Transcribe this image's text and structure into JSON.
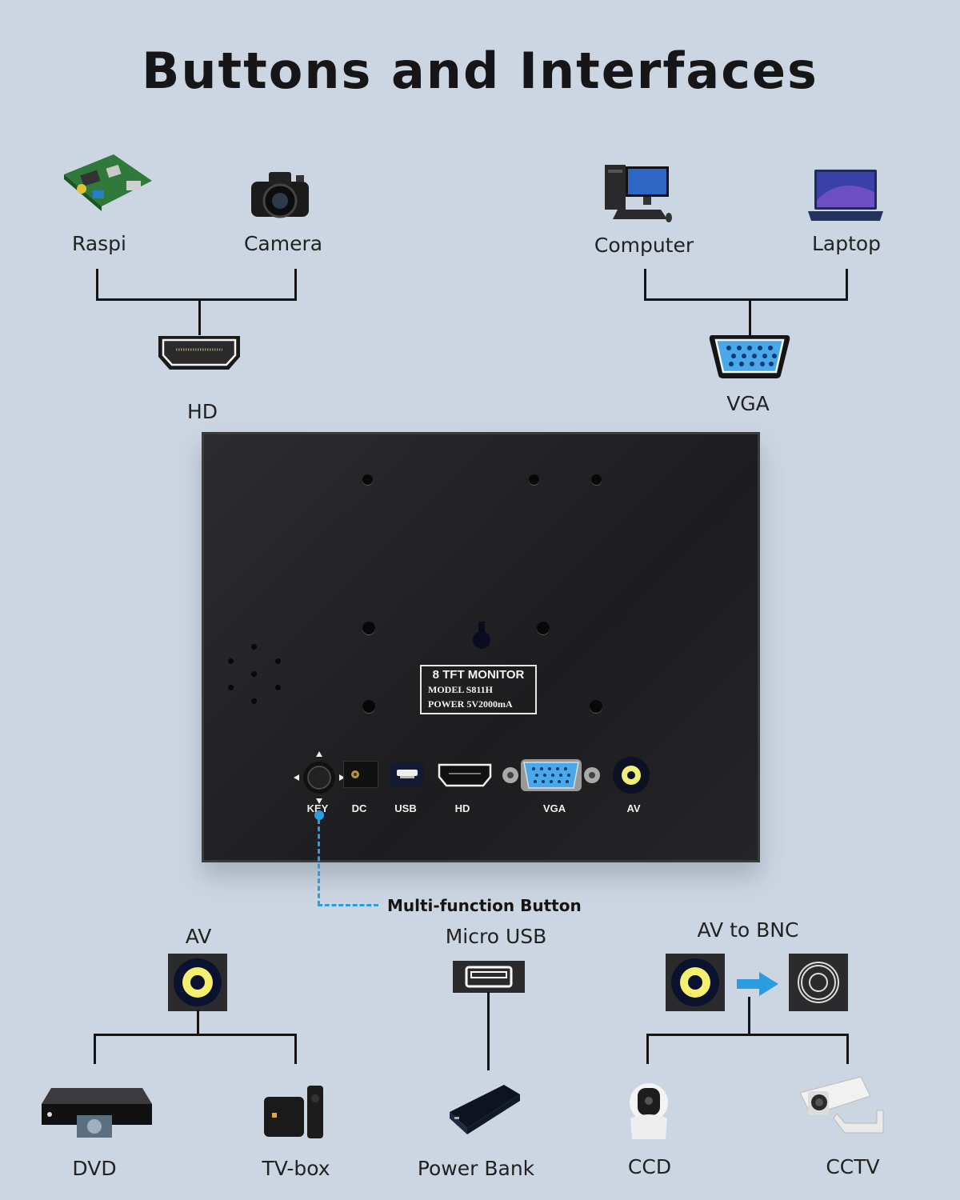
{
  "title": "Buttons and Interfaces",
  "top_left": {
    "devices": [
      {
        "label": "Raspi",
        "icon": "raspberry-pi-board-icon"
      },
      {
        "label": "Camera",
        "icon": "dslr-camera-icon"
      }
    ],
    "port": {
      "label": "HD",
      "icon": "hdmi-port-icon"
    }
  },
  "top_right": {
    "devices": [
      {
        "label": "Computer",
        "icon": "desktop-computer-icon"
      },
      {
        "label": "Laptop",
        "icon": "laptop-icon"
      }
    ],
    "port": {
      "label": "VGA",
      "icon": "vga-port-icon"
    }
  },
  "monitor": {
    "plate": {
      "line1": "8  TFT MONITOR",
      "line2": "MODEL  S811H",
      "line3": "POWER  5V2000mA"
    },
    "ports": [
      {
        "label": "KEY",
        "icon": "joystick-key-icon"
      },
      {
        "label": "DC",
        "icon": "dc-jack-icon"
      },
      {
        "label": "USB",
        "icon": "micro-usb-port-icon"
      },
      {
        "label": "HD",
        "icon": "hdmi-port-icon"
      },
      {
        "label": "VGA",
        "icon": "vga-port-icon"
      },
      {
        "label": "AV",
        "icon": "rca-av-port-icon"
      }
    ],
    "callout": "Multi-function Button"
  },
  "bottom_left": {
    "port": {
      "label": "AV",
      "icon": "rca-av-port-icon"
    },
    "devices": [
      {
        "label": "DVD",
        "icon": "dvd-player-icon"
      },
      {
        "label": "TV-box",
        "icon": "tv-box-icon"
      }
    ]
  },
  "bottom_middle": {
    "port": {
      "label": "Micro USB",
      "icon": "usb-port-icon"
    },
    "devices": [
      {
        "label": "Power Bank",
        "icon": "power-bank-icon"
      }
    ]
  },
  "bottom_right": {
    "port": {
      "label": "AV to BNC",
      "from_icon": "rca-av-port-icon",
      "to_icon": "bnc-port-icon"
    },
    "devices": [
      {
        "label": "CCD",
        "icon": "dome-camera-icon"
      },
      {
        "label": "CCTV",
        "icon": "cctv-camera-icon"
      }
    ]
  },
  "colors": {
    "background": "#ccd6e2",
    "accent_blue": "#2a9de0",
    "rca_yellow": "#f2ee7a",
    "vga_blue": "#4aa8e8"
  }
}
